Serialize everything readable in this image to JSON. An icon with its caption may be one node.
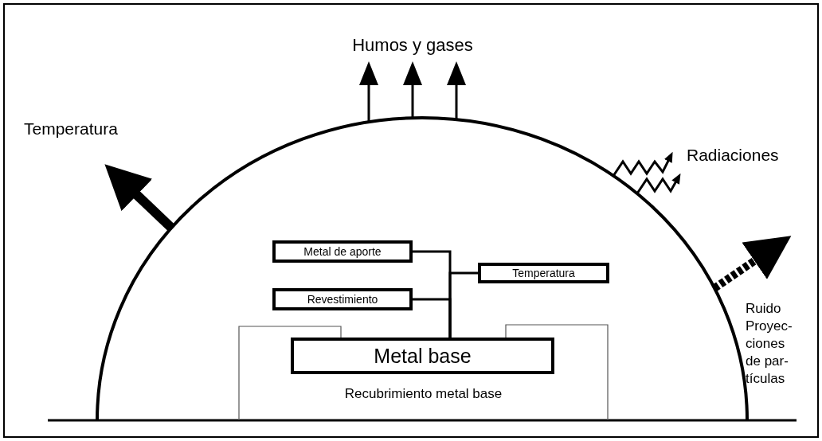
{
  "diagram": {
    "nodes": [
      {
        "text": [
          "Humos y gases"
        ]
      },
      {
        "text": [
          "Temperatura"
        ]
      },
      {
        "text": [
          "Radiaciones"
        ]
      },
      {
        "text": [
          "Ruido",
          "Proyec- ciones de par- tículas"
        ]
      },
      {
        "text": [
          "Metal de aporte"
        ]
      },
      {
        "text": [
          "Temperatura"
        ]
      },
      {
        "text": [
          "Revestimiento"
        ]
      },
      {
        "text": [
          "Recubrimiento metal base"
        ]
      },
      {
        "text": [
          "Metal base"
        ],
        "in": 7
      }
    ],
    "edges": [
      {
        "from": 4,
        "to": 8,
        "arrow": "none"
      },
      {
        "from": 6,
        "to": 8,
        "arrow": "none"
      },
      {
        "from": 5,
        "to": 8,
        "arrow": "none"
      },
      {
        "from": null,
        "to": 0,
        "arrow": "to"
      },
      {
        "from": null,
        "to": 0,
        "arrow": "to"
      },
      {
        "from": null,
        "to": 0,
        "arrow": "to"
      },
      {
        "from": null,
        "to": 1,
        "arrow": "to",
        "style": "thick"
      },
      {
        "from": null,
        "to": 2,
        "arrow": "to"
      },
      {
        "from": null,
        "to": 2,
        "arrow": "to"
      },
      {
        "from": null,
        "to": 3,
        "arrow": "to",
        "style": "dashed"
      }
    ]
  }
}
